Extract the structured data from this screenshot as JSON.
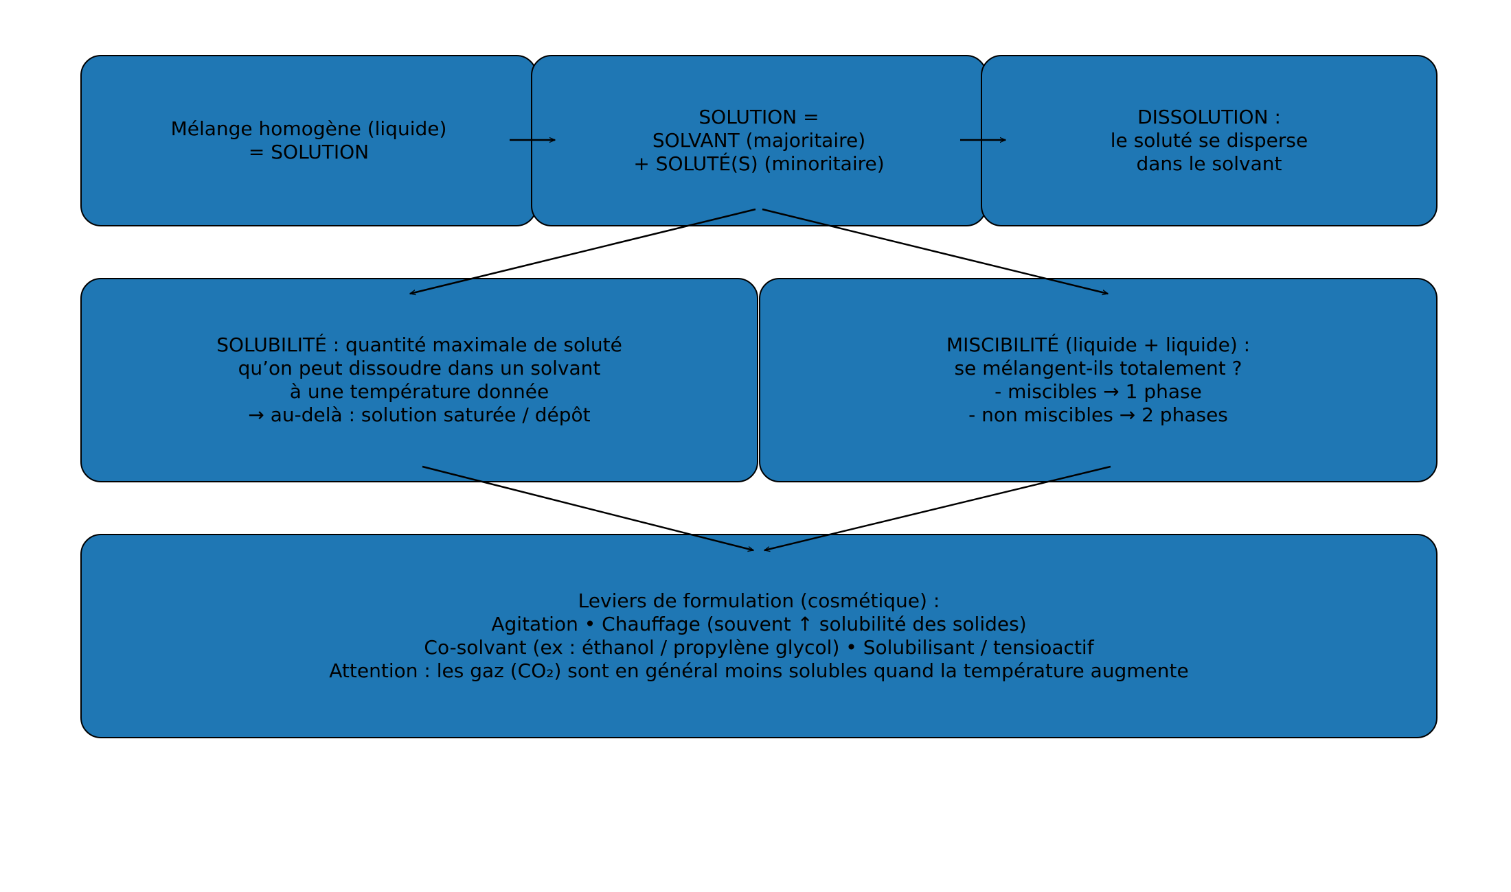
{
  "diagram": {
    "nodes": [
      {
        "id": "n1",
        "lines": [
          "Mélange homogène (liquide)",
          "= SOLUTION"
        ]
      },
      {
        "id": "n2",
        "lines": [
          "SOLUTION =",
          "SOLVANT (majoritaire)",
          "+ SOLUTÉ(S) (minoritaire)"
        ]
      },
      {
        "id": "n3",
        "lines": [
          "DISSOLUTION :",
          "le soluté se disperse",
          "dans le solvant"
        ]
      },
      {
        "id": "n4",
        "lines": [
          "SOLUBILITÉ : quantité maximale de soluté",
          "qu’on peut dissoudre dans un solvant",
          "à une température donnée",
          "→ au-delà : solution saturée / dépôt"
        ]
      },
      {
        "id": "n5",
        "lines": [
          "MISCIBILITÉ (liquide + liquide) :",
          "se mélangent-ils totalement ?",
          "- miscibles → 1 phase",
          "- non miscibles → 2 phases"
        ]
      },
      {
        "id": "n6",
        "lines": [
          "Leviers de formulation (cosmétique) :",
          "Agitation • Chauffage (souvent ↑ solubilité des solides)",
          "Co-solvant (ex : éthanol / propylène glycol) • Solubilisant / tensioactif",
          "Attention : les gaz (CO₂) sont en général moins solubles quand la température augmente"
        ]
      }
    ],
    "edges": [
      {
        "from": "n1",
        "to": "n2"
      },
      {
        "from": "n2",
        "to": "n3"
      },
      {
        "from": "n2",
        "to": "n4"
      },
      {
        "from": "n2",
        "to": "n5"
      },
      {
        "from": "n4",
        "to": "n6"
      },
      {
        "from": "n5",
        "to": "n6"
      }
    ],
    "colors": {
      "node_fill": "#1f77b4",
      "node_border": "#000000",
      "text": "#000000",
      "arrow": "#000000"
    }
  }
}
